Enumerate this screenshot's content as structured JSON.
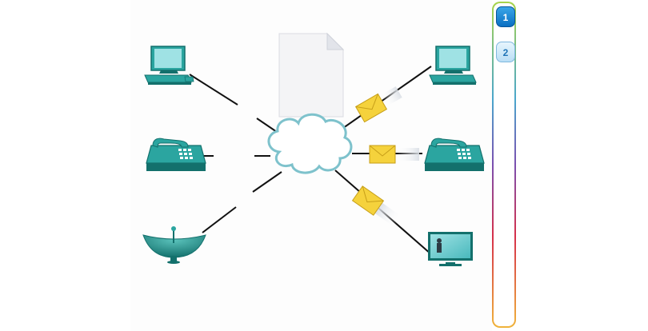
{
  "diagram": {
    "nodes": [
      {
        "icon": "desktop-computer-icon"
      },
      {
        "icon": "telephone-icon"
      },
      {
        "icon": "satellite-dish-icon"
      },
      {
        "icon": "document-icon"
      },
      {
        "icon": "cloud-icon"
      },
      {
        "icon": "desktop-computer-icon"
      },
      {
        "icon": "telephone-icon"
      },
      {
        "icon": "television-icon"
      }
    ],
    "messages": [
      {
        "icon": "envelope-icon"
      },
      {
        "icon": "envelope-icon"
      },
      {
        "icon": "envelope-icon"
      }
    ],
    "colors": {
      "device": "#2ba5a0",
      "device_dark": "#13706c",
      "cloud_stroke": "#7ec2cc",
      "envelope": "#f5d23c",
      "link": "#111111"
    }
  },
  "nav": {
    "buttons": [
      {
        "label": "1",
        "state": "active"
      },
      {
        "label": "2",
        "state": "inactive"
      }
    ]
  }
}
